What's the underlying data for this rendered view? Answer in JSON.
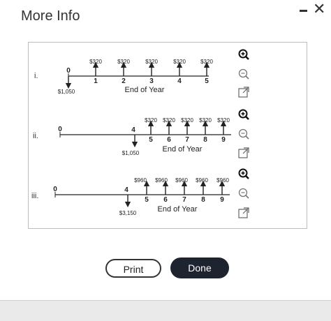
{
  "window": {
    "title": "More Info",
    "minimize_icon": "minimize-icon",
    "close_label": "✕"
  },
  "timelines": [
    {
      "roman": "i.",
      "points": [
        "0",
        "1",
        "2",
        "3",
        "4",
        "5"
      ],
      "amounts": [
        "$1,050",
        "$320",
        "$320",
        "$320",
        "$320",
        "$320"
      ],
      "xlabel": "End of Year"
    },
    {
      "roman": "ii.",
      "points": [
        "0",
        "4",
        "5",
        "6",
        "7",
        "8",
        "9"
      ],
      "amounts": [
        "$1,050",
        "$320",
        "$320",
        "$320",
        "$320",
        "$320"
      ],
      "xlabel": "End of Year"
    },
    {
      "roman": "iii.",
      "points": [
        "0",
        "4",
        "5",
        "6",
        "7",
        "8",
        "9"
      ],
      "amounts": [
        "$3,150",
        "$960",
        "$960",
        "$960",
        "$960",
        "$960"
      ],
      "xlabel": "End of Year"
    }
  ],
  "tools": [
    "zoom-in-icon",
    "zoom-out-icon",
    "expand-icon"
  ],
  "buttons": {
    "print": "Print",
    "done": "Done"
  }
}
